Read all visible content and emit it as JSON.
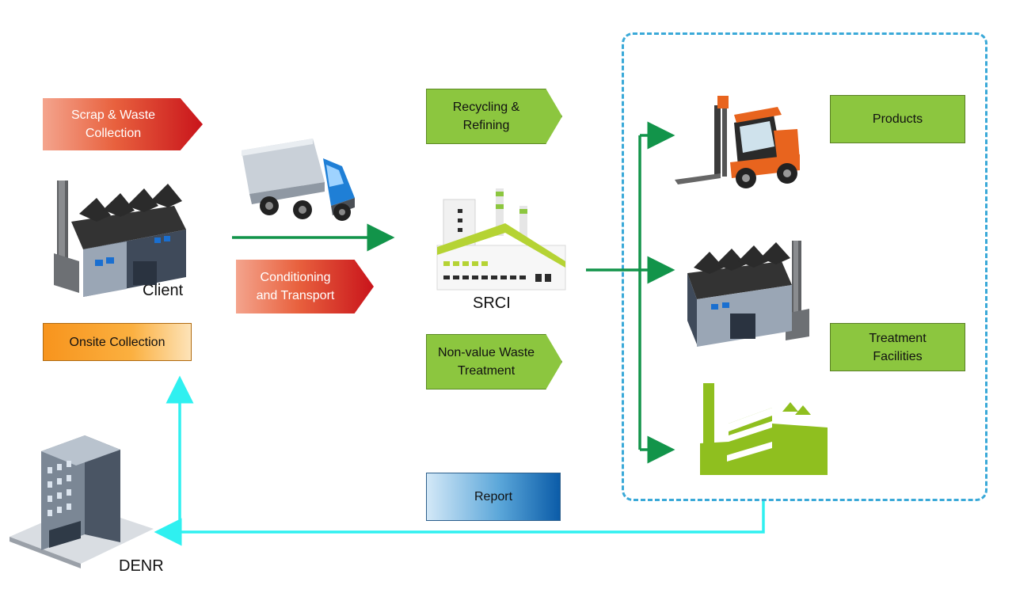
{
  "labels": {
    "scrap_waste": "Scrap & Waste\nCollection",
    "conditioning": "Conditioning\nand Transport",
    "recycling": "Recycling &\nRefining",
    "non_value": "Non-value Waste\nTreatment",
    "onsite": "Onsite Collection",
    "report": "Report",
    "products": "Products",
    "treatment": "Treatment\nFacilities"
  },
  "captions": {
    "client": "Client",
    "srci": "SRCI",
    "denr": "DENR"
  },
  "icons": {
    "client": "factory-icon",
    "truck": "truck-icon",
    "srci": "plant-icon",
    "forklift": "forklift-icon",
    "treatment_factory": "factory-icon",
    "green_factory": "factory-icon",
    "denr": "office-building-icon"
  },
  "colors": {
    "flow_arrow": "#12944a",
    "report_arrow": "#2ff0f0",
    "dashed_border": "#3aa9d8",
    "green_label": "#8cc63f",
    "red_label": "#c9141b",
    "orange_label": "#f7941d",
    "blue_label": "#0b5ca8"
  }
}
